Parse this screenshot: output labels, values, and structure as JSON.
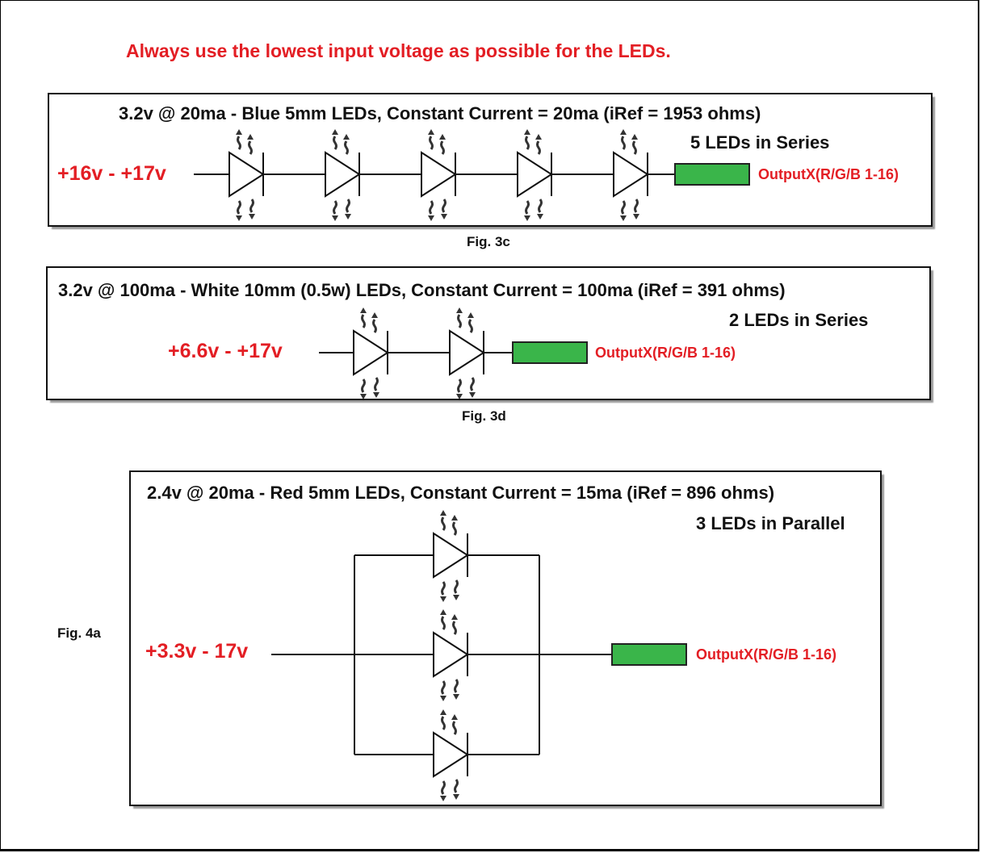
{
  "warning": "Always use the lowest input voltage as possible for the LEDs.",
  "colors": {
    "red_text": "#e31e24",
    "output_block": "#3ab54a",
    "line": "#111111"
  },
  "figures": [
    {
      "id": "fig3c",
      "caption": "Fig. 3c",
      "title": "3.2v @ 20ma - Blue 5mm LEDs, Constant Current = 20ma (iRef = 1953 ohms)",
      "subtitle": "5 LEDs in Series",
      "input_voltage": "+16v -  +17v",
      "output_label": "OutputX(R/G/B 1-16)",
      "configuration": "series",
      "led_count": 5
    },
    {
      "id": "fig3d",
      "caption": "Fig. 3d",
      "title": "3.2v @ 100ma - White 10mm (0.5w) LEDs, Constant Current  = 100ma (iRef = 391 ohms)",
      "subtitle": "2 LEDs in Series",
      "input_voltage": "+6.6v - +17v",
      "output_label": "OutputX(R/G/B 1-16)",
      "configuration": "series",
      "led_count": 2
    },
    {
      "id": "fig4a",
      "caption": "Fig. 4a",
      "title": "2.4v @ 20ma - Red 5mm LEDs, Constant Current  = 15ma (iRef = 896 ohms)",
      "subtitle": "3 LEDs in Parallel",
      "input_voltage": "+3.3v - 17v",
      "output_label": "OutputX(R/G/B 1-16)",
      "configuration": "parallel",
      "led_count": 3
    }
  ]
}
